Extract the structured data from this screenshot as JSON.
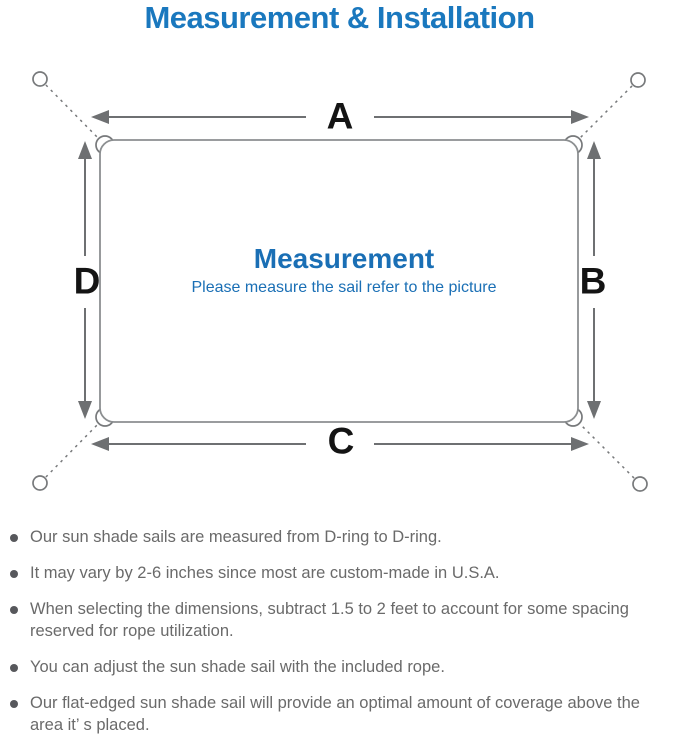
{
  "page": {
    "title": "Measurement & Installation"
  },
  "diagram": {
    "labels": {
      "top": "A",
      "right": "B",
      "bottom": "C",
      "left": "D"
    },
    "center": {
      "heading": "Measurement",
      "subheading": "Please measure the sail refer to the picture"
    },
    "icons": [
      "anchor-point-icon",
      "d-ring-icon",
      "rope-dashed-line",
      "dimension-arrow"
    ],
    "colors": {
      "accent_blue": "#1a78be",
      "line_gray": "#8c8f91",
      "arrow_gray": "#6e7072",
      "label_black": "#141414",
      "note_gray": "#6a6a6a"
    }
  },
  "notes": {
    "items": [
      "Our sun shade sails are measured from D-ring to D-ring.",
      "It may vary by 2-6 inches since most are custom-made in U.S.A.",
      "When selecting the dimensions, subtract 1.5 to 2 feet to account for some spacing reserved for rope utilization.",
      "You can adjust the sun shade sail with the included rope.",
      "Our flat-edged sun shade sail will provide an optimal amount of coverage above the area it’ s placed."
    ]
  }
}
